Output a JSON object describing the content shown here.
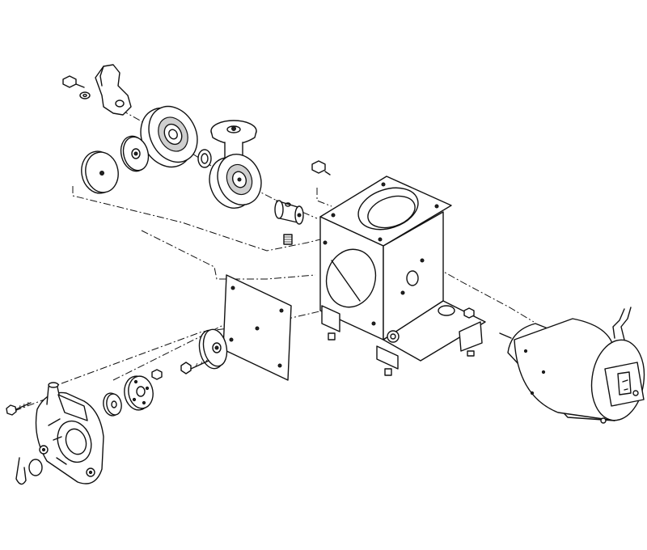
{
  "diagram": {
    "type": "exploded-assembly-line-drawing",
    "colors": {
      "line": "#111111",
      "background": "#ffffff",
      "shade": "#cfcfcf"
    },
    "parts": [
      "screw-top",
      "washer-top",
      "lever-arm",
      "gear-disc-large",
      "flat-disc",
      "gear-disc-thin",
      "ring-small",
      "spool-wheel",
      "mushroom-knob",
      "coupling",
      "set-screw",
      "screw-box",
      "frame-box",
      "base-plate",
      "mounting-plate",
      "pulley-disc",
      "screw-middle",
      "screw-small",
      "flange-disc",
      "small-disc",
      "screw-left",
      "end-housing",
      "clip",
      "washer-ring",
      "motor"
    ]
  }
}
